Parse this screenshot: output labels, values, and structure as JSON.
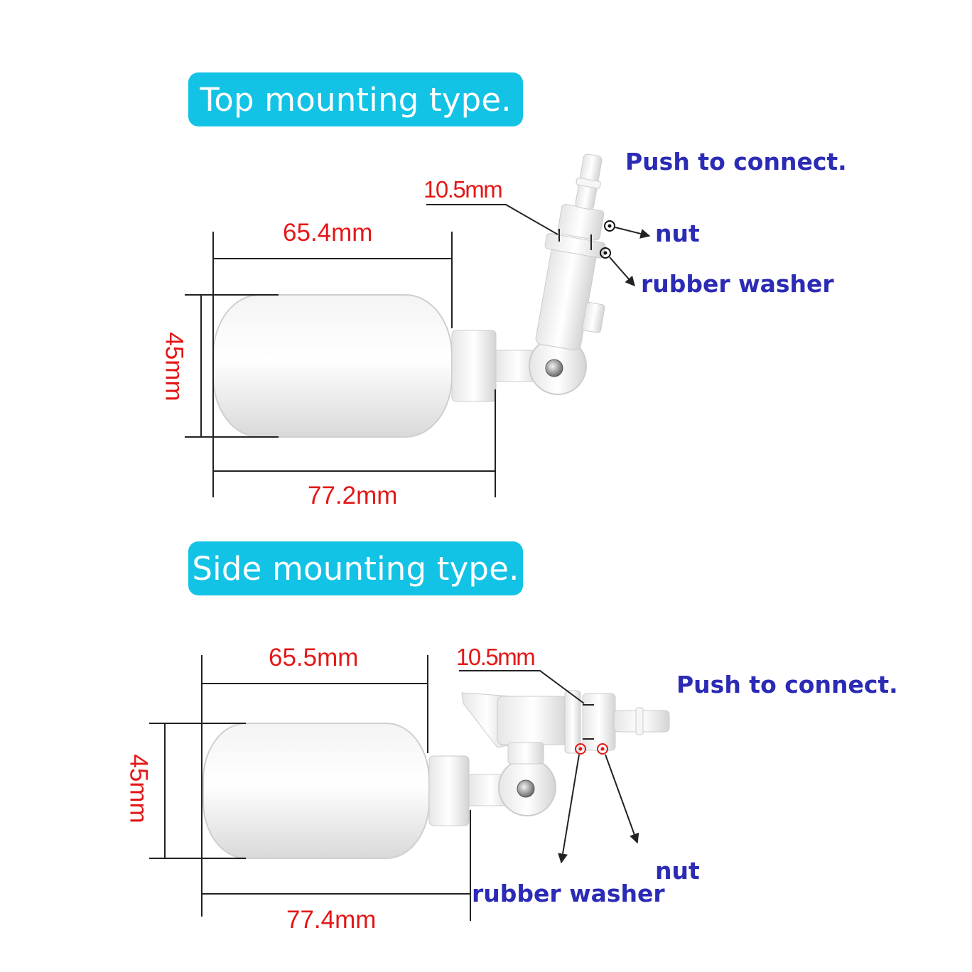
{
  "colors": {
    "pill": "#13c3e6",
    "dimension_text": "#e31818",
    "callout_text": "#2b2bb5",
    "dimension_line": "#222222",
    "marker_top": "#111111",
    "marker_side": "#e31818"
  },
  "top": {
    "title": "Top mounting type.",
    "dim_ball_width": "65.4mm",
    "dim_height": "45mm",
    "dim_total": "77.2mm",
    "dim_thread": "10.5mm",
    "push": "Push to connect.",
    "nut": "nut",
    "washer": "rubber washer"
  },
  "side": {
    "title": "Side mounting type.",
    "dim_ball_width": "65.5mm",
    "dim_height": "45mm",
    "dim_total": "77.4mm",
    "dim_thread": "10.5mm",
    "push": "Push to connect.",
    "nut": "nut",
    "washer": "rubber washer"
  }
}
